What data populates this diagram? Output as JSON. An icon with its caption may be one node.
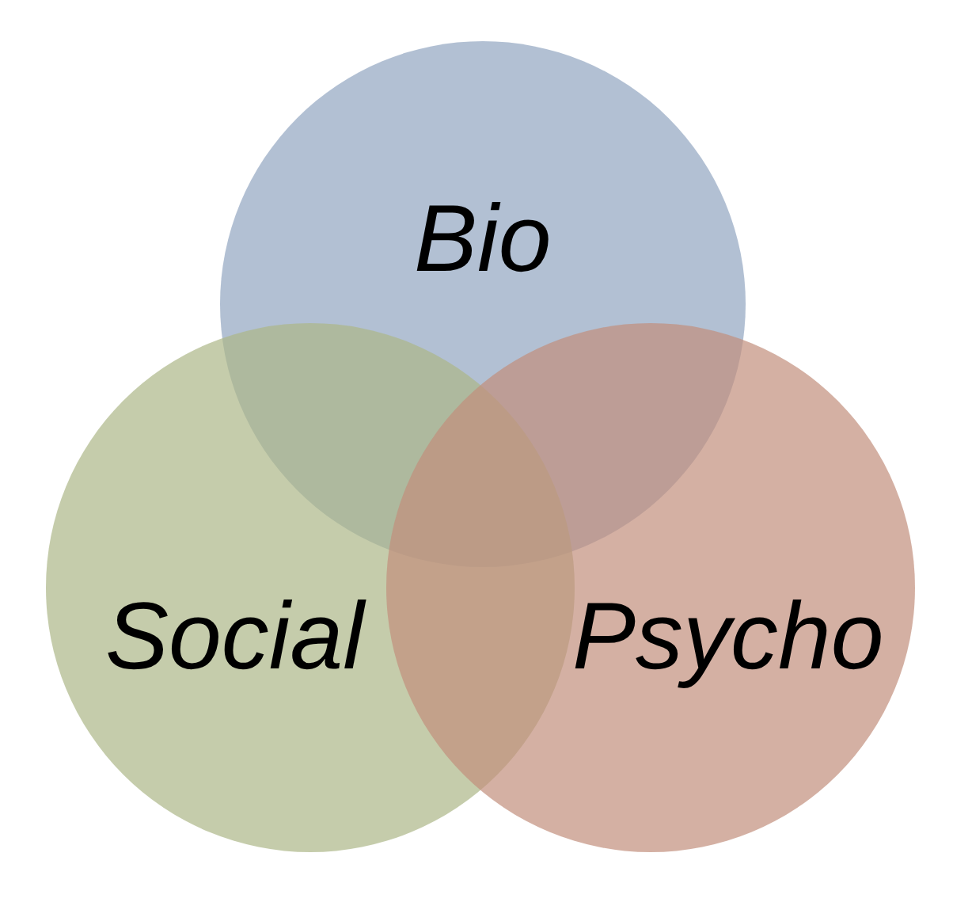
{
  "diagram": {
    "nodes": [
      {
        "text": [
          "Bio"
        ]
      },
      {
        "text": [
          "Social"
        ]
      },
      {
        "text": [
          "Psycho"
        ]
      }
    ]
  }
}
